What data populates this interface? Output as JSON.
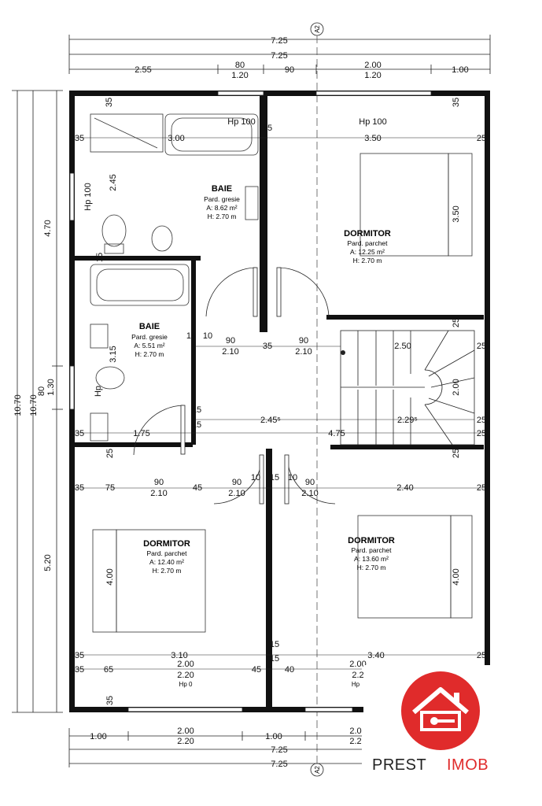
{
  "axis_marker": "A2",
  "dims_top": {
    "overall_1": "7.25",
    "overall_2": "7.25",
    "seg_a": "2.55",
    "seg_b_top": "80",
    "seg_b_bot": "1.20",
    "seg_c": "90",
    "seg_d_top": "2.00",
    "seg_d_bot": "1.20",
    "seg_e": "1.00"
  },
  "dims_bottom": {
    "seg_a": "1.00",
    "seg_b_top": "2.00",
    "seg_b_bot": "2.20",
    "seg_c": "1.00",
    "seg_d_top": "2.0",
    "seg_d_bot": "2.2",
    "overall_1": "7.25",
    "overall_2": "7.25"
  },
  "dims_left": {
    "total_1": "10.70",
    "total_2": "10.70",
    "upper": "4.70",
    "lower": "5.20",
    "mid_a": "80",
    "mid_b": "1.30"
  },
  "interior_dims": {
    "t35_a": "35",
    "t35_b": "35",
    "l35_1": "35",
    "w300": "3.00",
    "w15_1": "15",
    "w350": "3.50",
    "r25_1": "25",
    "h245": "2.45",
    "h350": "3.50",
    "hp100_v": "Hp 100",
    "hp100_a": "Hp 100",
    "hp100_b": "Hp 100",
    "w15_2": "15",
    "r25_2": "25",
    "d15a": "15",
    "d10a": "10",
    "d90a": "90",
    "d210a": "2.10",
    "d35": "35",
    "d90b": "90",
    "d210b": "2.10",
    "w250": "2.50",
    "r25_3": "25",
    "h315": "3.15",
    "hp_v": "Hp",
    "h200": "2.00",
    "d15b": "15",
    "d15c": "15",
    "w245": "2.45⁵",
    "w229": "2.29⁵",
    "r25_4": "25",
    "l35_2": "35",
    "w175": "1.75",
    "w475": "4.75",
    "r25_5": "25",
    "v25_a": "25",
    "v25_b": "25",
    "l35_3": "35",
    "w75": "75",
    "d90c": "90",
    "d210c": "2.10",
    "w45": "45",
    "d90d": "90",
    "d210d": "2.10",
    "d10b": "10",
    "d15d": "15",
    "d10c": "10",
    "d90e": "90",
    "d210e": "2.10",
    "w240": "2.40",
    "r25_6": "25",
    "h400a": "4.00",
    "h400b": "4.00",
    "d15e": "15",
    "l35_4": "35",
    "w310": "3.10",
    "d15f": "15",
    "w340": "3.40",
    "r25_7": "25",
    "l35_5": "35",
    "w65": "65",
    "w200a": "2.00",
    "w220a": "2.20",
    "hp0": "Hp 0",
    "w45b": "45",
    "w40": "40",
    "w200b": "2.00",
    "w22b": "2.2",
    "hp_b": "Hp",
    "b35": "35"
  },
  "rooms": [
    {
      "name": "BAIE",
      "floor": "Pard. gresie",
      "area": "A: 8.62 m²",
      "height": "H: 2.70 m"
    },
    {
      "name": "DORMITOR",
      "floor": "Pard. parchet",
      "area": "A: 12.25 m²",
      "height": "H: 2.70 m"
    },
    {
      "name": "BAIE",
      "floor": "Pard. gresie",
      "area": "A: 5.51 m²",
      "height": "H: 2.70 m"
    },
    {
      "name": "DORMITOR",
      "floor": "Pard. parchet",
      "area": "A: 12.40 m²",
      "height": "H: 2.70 m"
    },
    {
      "name": "DORMITOR",
      "floor": "Pard. parchet",
      "area": "A: 13.60 m²",
      "height": "H: 2.70 m"
    }
  ],
  "brand": {
    "word1": "PREST",
    "word2": "IMOB"
  },
  "colors": {
    "brand_red": "#e02b2b",
    "wall": "#111111",
    "line": "#222222"
  }
}
